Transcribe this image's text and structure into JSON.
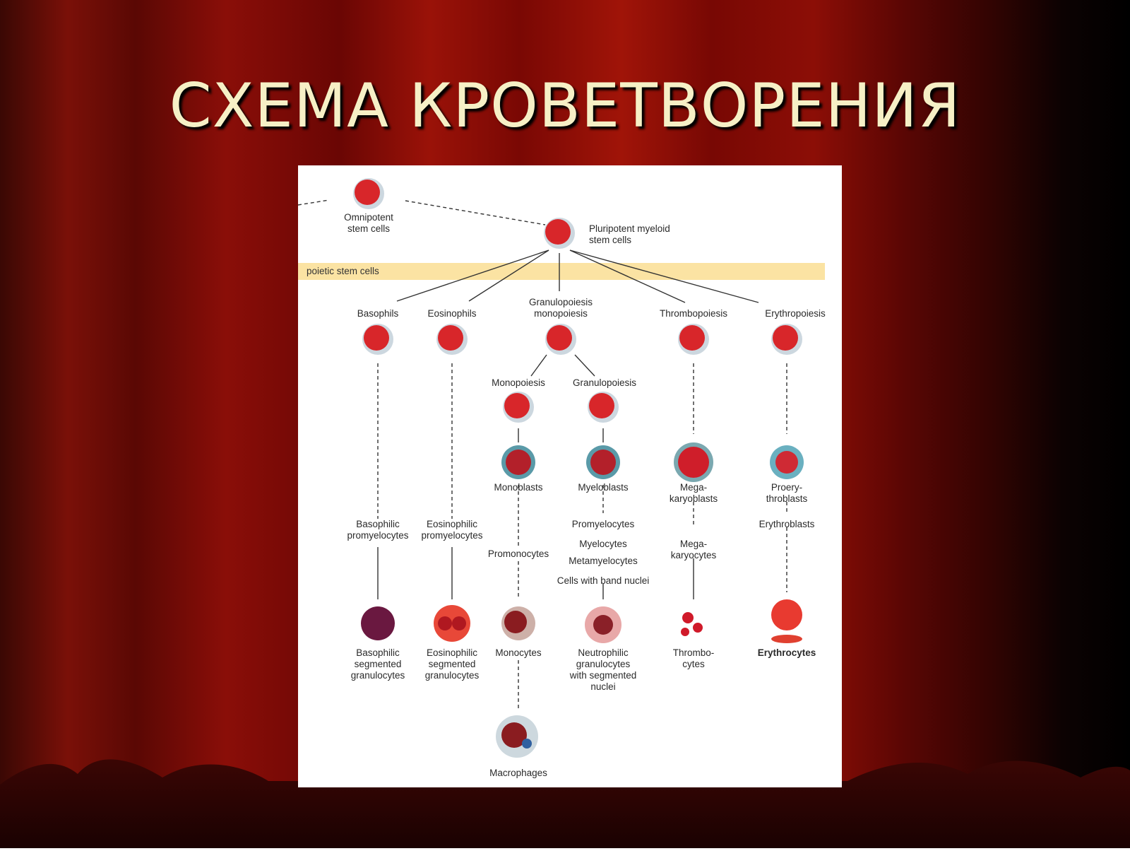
{
  "slide": {
    "title": "СХЕМА КРОВЕТВОРЕНИЯ",
    "colors": {
      "curtain_dark": "#2a0402",
      "curtain_mid": "#7a0a04",
      "curtain_light": "#b01810",
      "title": "#f6f0c6",
      "band": "#fbe3a3",
      "cell": "#d8262a"
    }
  },
  "diagram": {
    "band_label": "poietic stem cells",
    "labels": {
      "omnipotent": "Omnipotent\nstem cells",
      "pluripotent": "Pluripotent myeloid\nstem cells",
      "basophils": "Basophils",
      "eosinophils": "Eosinophils",
      "granulo_mono": "Granulopoiesis\nmonopoiesis",
      "thrombopoiesis": "Thrombopoiesis",
      "erythropoiesis": "Erythropoiesis",
      "monopoiesis": "Monopoiesis",
      "granulopoiesis": "Granulopoiesis",
      "monoblasts": "Monoblasts",
      "myeloblasts": "Myeloblasts",
      "megakaryoblasts": "Mega-\nkaryoblasts",
      "proerythroblasts": "Proery-\nthroblasts",
      "basophilic_promyelocytes": "Basophilic\npromyelocytes",
      "eosinophilic_promyelocytes": "Eosinophilic\npromyelocytes",
      "promyelocytes": "Promyelocytes",
      "erythroblasts": "Erythroblasts",
      "myelocytes": "Myelocytes",
      "promonocytes": "Promonocytes",
      "megakaryocytes": "Mega-\nkaryocytes",
      "metamyelocytes": "Metamyelocytes",
      "band_nuclei": "Cells with band nuclei",
      "basophilic_segmented": "Basophilic\nsegmented\ngranulocytes",
      "eosinophilic_segmented": "Eosinophilic\nsegmented\ngranulocytes",
      "monocytes": "Monocytes",
      "neutrophilic": "Neutrophilic\ngranulocytes\nwith segmented\nnuclei",
      "thrombocytes": "Thrombo-\ncytes",
      "erythrocytes": "Erythrocytes",
      "macrophages": "Macrophages"
    }
  }
}
